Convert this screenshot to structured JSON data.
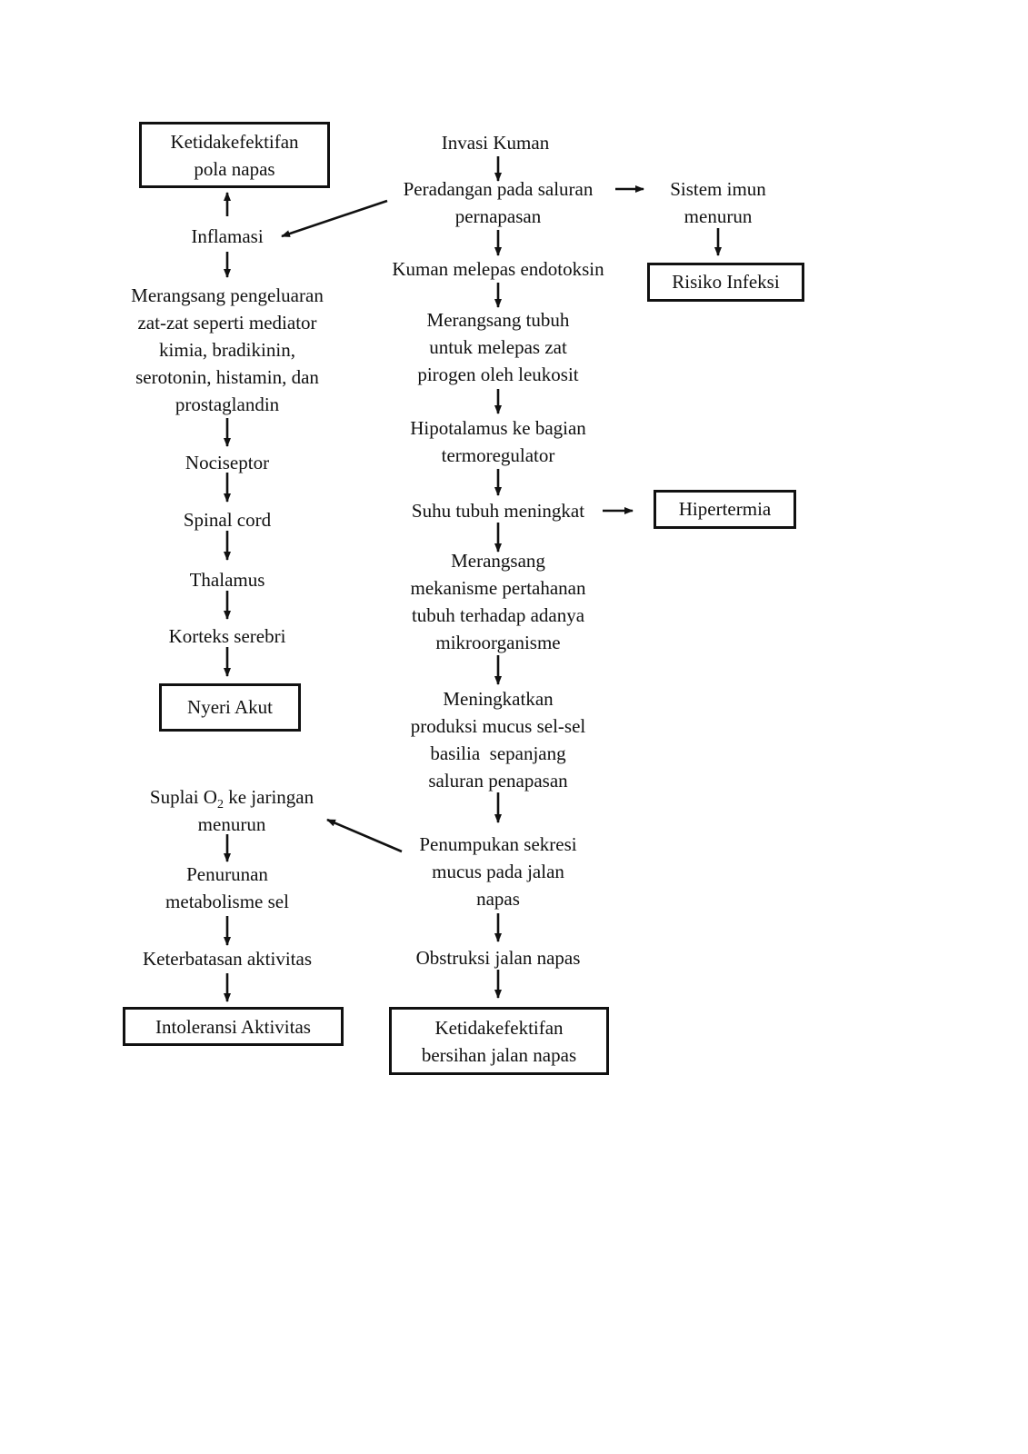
{
  "left_column": {
    "ketidakefektifan_pola_napas": [
      "Ketidakefektifan",
      "pola napas"
    ],
    "inflamasi": "Inflamasi",
    "merangsang_pengeluaran": [
      "Merangsang pengeluaran",
      "zat-zat seperti mediator",
      "kimia, bradikinin,",
      "serotonin, histamin, dan",
      "prostaglandin"
    ],
    "nociseptor": "Nociseptor",
    "spinal_cord": "Spinal cord",
    "thalamus": "Thalamus",
    "korteks_serebri": "Korteks serebri",
    "nyeri_akut": "Nyeri Akut",
    "suplai_o2": {
      "prefix": "Suplai O",
      "subscript": "2",
      "suffix": " ke jaringan",
      "line2": "menurun"
    },
    "penurunan_metabolisme": [
      "Penurunan",
      "metabolisme sel"
    ],
    "keterbatasan_aktivitas": "Keterbatasan aktivitas",
    "intoleransi_aktivitas": "Intoleransi Aktivitas"
  },
  "center_column": {
    "invasi_kuman": "Invasi Kuman",
    "peradangan": [
      "Peradangan pada saluran",
      "pernapasan"
    ],
    "kuman_endotoksin": "Kuman melepas endotoksin",
    "merangsang_tubuh": [
      "Merangsang tubuh",
      "untuk melepas zat",
      "pirogen oleh leukosit"
    ],
    "hipotalamus": [
      "Hipotalamus ke bagian",
      "termoregulator"
    ],
    "suhu_tubuh": "Suhu tubuh meningkat",
    "merangsang_mekanisme": [
      "Merangsang",
      "mekanisme pertahanan",
      "tubuh terhadap adanya",
      "mikroorganisme"
    ],
    "meningkatkan_produksi": [
      "Meningkatkan",
      "produksi mucus sel-sel",
      "basilia  sepanjang",
      "saluran penapasan"
    ],
    "penumpukan_sekresi": [
      "Penumpukan sekresi",
      "mucus pada jalan",
      "napas"
    ],
    "obstruksi": "Obstruksi jalan napas",
    "ketidakefektifan_bersihan": [
      "Ketidakefektifan",
      "bersihan jalan napas"
    ]
  },
  "right_column": {
    "sistem_imun": [
      "Sistem imun",
      "menurun"
    ],
    "risiko_infeksi": "Risiko Infeksi",
    "hipertermia": "Hipertermia"
  }
}
